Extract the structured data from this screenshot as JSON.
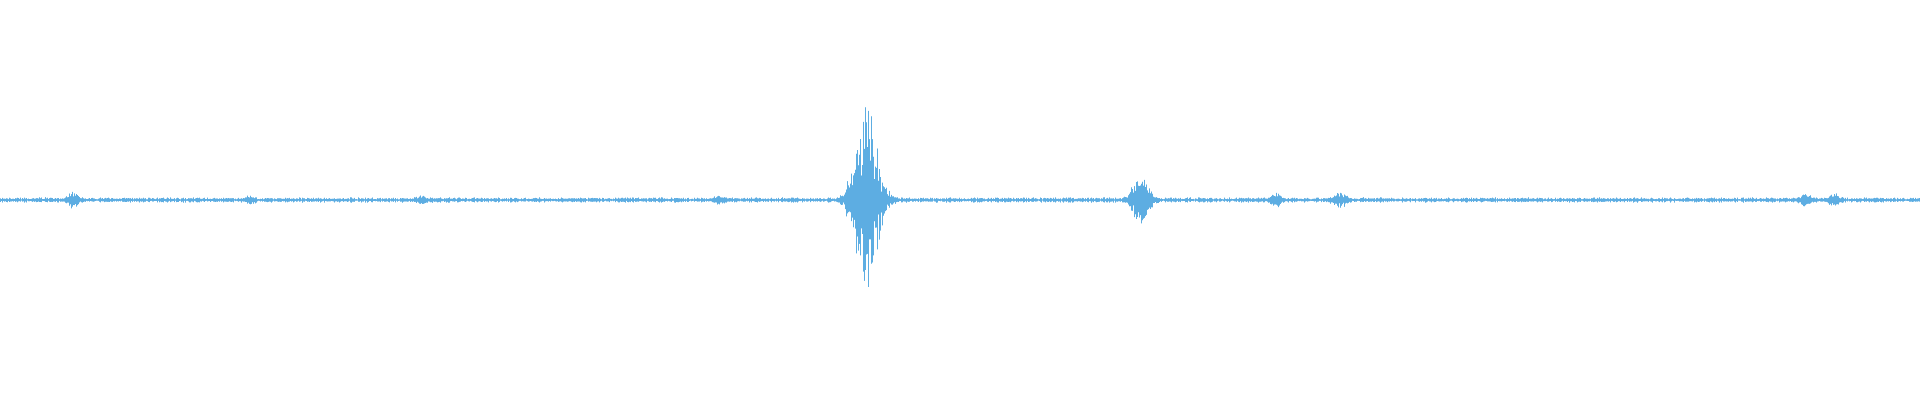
{
  "waveform": {
    "color": "#5dade2",
    "background": "#ffffff",
    "baseline_amplitude": 0.012,
    "bursts": [
      {
        "position": 0.038,
        "amplitude": 0.05,
        "width": 0.004
      },
      {
        "position": 0.13,
        "amplitude": 0.02,
        "width": 0.003
      },
      {
        "position": 0.22,
        "amplitude": 0.02,
        "width": 0.004
      },
      {
        "position": 0.375,
        "amplitude": 0.02,
        "width": 0.004
      },
      {
        "position": 0.451,
        "amplitude": 0.55,
        "width": 0.009
      },
      {
        "position": 0.594,
        "amplitude": 0.17,
        "width": 0.006
      },
      {
        "position": 0.664,
        "amplitude": 0.03,
        "width": 0.004
      },
      {
        "position": 0.697,
        "amplitude": 0.04,
        "width": 0.005
      },
      {
        "position": 0.94,
        "amplitude": 0.03,
        "width": 0.004
      },
      {
        "position": 0.955,
        "amplitude": 0.025,
        "width": 0.004
      }
    ]
  }
}
